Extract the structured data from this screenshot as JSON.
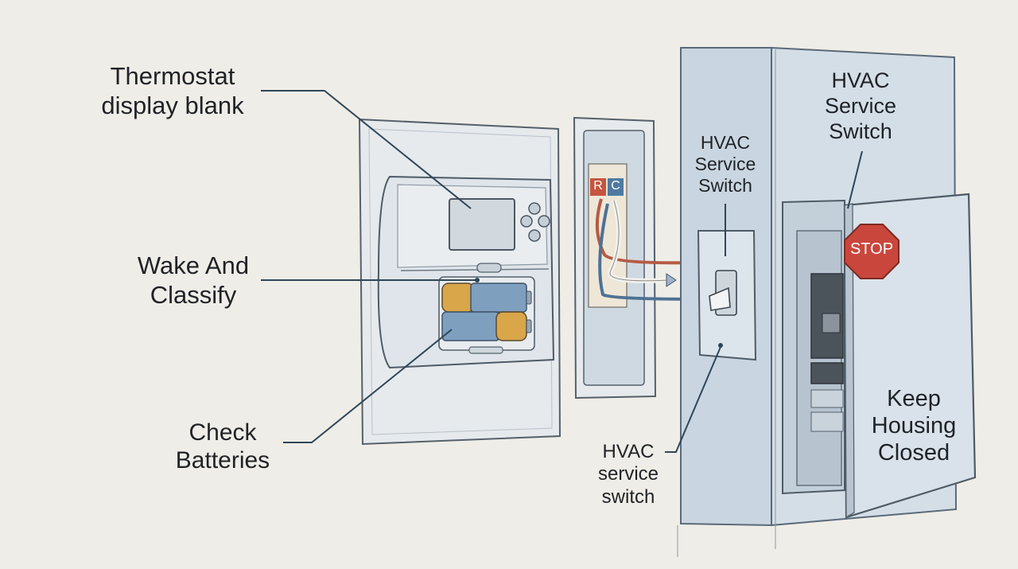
{
  "callouts": {
    "thermostat_display": {
      "line1": "Thermostat",
      "line2": "display blank"
    },
    "wake_classify": {
      "line1": "Wake And",
      "line2": "Classify"
    },
    "check_batteries": {
      "line1": "Check",
      "line2": "Batteries"
    },
    "service_switch_mid": {
      "line1": "HVAC",
      "line2": "Service",
      "line3": "Switch"
    },
    "service_switch_top": {
      "line1": "HVAC",
      "line2": "Service",
      "line3": "Switch"
    },
    "service_switch_bottom": {
      "line1": "HVAC",
      "line2": "service",
      "line3": "switch"
    },
    "keep_housing": {
      "line1": "Keep",
      "line2": "Housing",
      "line3": "Closed"
    }
  },
  "terminals": {
    "r": "R",
    "c": "C"
  },
  "stop_sign": {
    "text": "STOP"
  },
  "colors": {
    "background": "#efede7",
    "wall_plate": "#e7ebee",
    "housing": "#c9d6e1",
    "stop_red": "#c9463c",
    "wire_red": "#b65b45",
    "wire_blue": "#4e7194",
    "battery_gold": "#d9a64a",
    "battery_blue": "#7f9fbf",
    "leader_line": "#2f4658"
  }
}
